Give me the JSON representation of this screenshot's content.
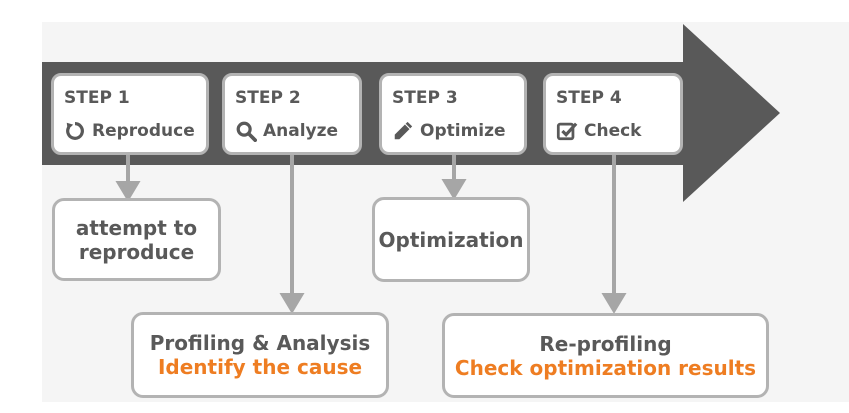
{
  "steps": [
    {
      "label": "STEP 1",
      "action": "Reproduce",
      "icon": "refresh-icon"
    },
    {
      "label": "STEP 2",
      "action": "Analyze",
      "icon": "search-icon"
    },
    {
      "label": "STEP 3",
      "action": "Optimize",
      "icon": "pencil-icon"
    },
    {
      "label": "STEP 4",
      "action": "Check",
      "icon": "checkbox-icon"
    }
  ],
  "details": {
    "reproduce": {
      "line1": "attempt to",
      "line2": "reproduce"
    },
    "analyze": {
      "line1": "Profiling & Analysis",
      "line2": "Identify the cause"
    },
    "optimize": {
      "line1": "Optimization"
    },
    "check": {
      "line1": "Re-profiling",
      "line2": "Check optimization results"
    }
  },
  "colors": {
    "arrow": "#595959",
    "box_border": "#b3b3b3",
    "connector": "#a6a6a6",
    "text": "#595959",
    "highlight": "#ee7d22"
  }
}
